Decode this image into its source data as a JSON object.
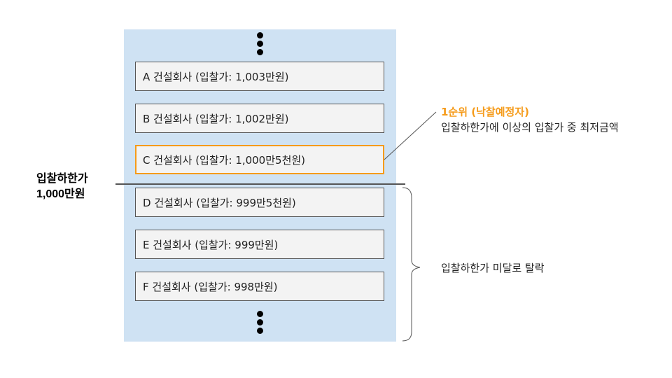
{
  "bids": [
    {
      "label": "A 건설회사 (입찰가: 1,003만원)"
    },
    {
      "label": "B 건설회사 (입찰가: 1,002만원)"
    },
    {
      "label": "C 건설회사 (입찰가: 1,000만5천원)"
    },
    {
      "label": "D 건설회사 (입찰가: 999만5천원)"
    },
    {
      "label": "E 건설회사 (입찰가: 999만원)"
    },
    {
      "label": "F 건설회사 (입찰가: 998만원)"
    }
  ],
  "threshold": {
    "line1": "입찰하한가",
    "line2": "1,000만원"
  },
  "winner_callout": {
    "title": "1순위 (낙찰예정자)",
    "description": "입찰하한가에 이상의 입찰가 중 최저금액"
  },
  "excluded_callout": {
    "text": "입찰하한가 미달로 탈락"
  },
  "colors": {
    "panel": "#cfe2f3",
    "box": "#f3f3f3",
    "highlight": "#f59b1a",
    "line": "#555555"
  }
}
